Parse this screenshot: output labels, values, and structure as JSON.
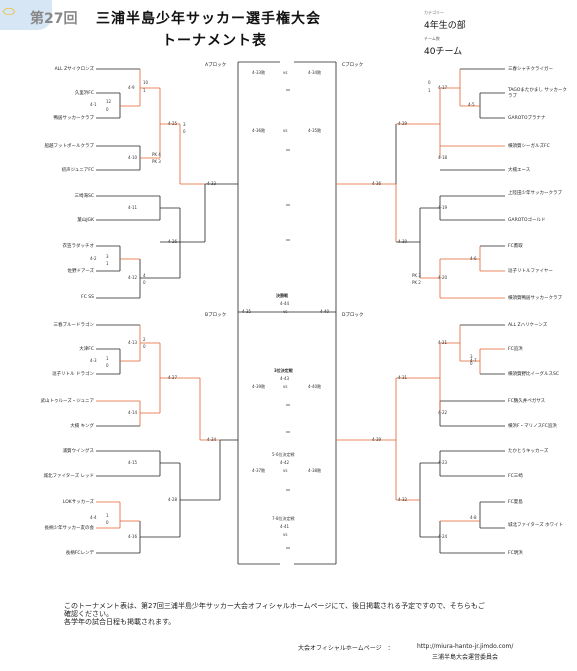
{
  "edition_number": "第27回",
  "title_line1": "三浦半島少年サッカー選手権大会",
  "title_line2": "トーナメント表",
  "category_label": "カテゴリー",
  "category_value": "4年生の部",
  "teams_label": "チーム数",
  "teams_value": "40チーム",
  "blocks": {
    "A": "Aブロック",
    "B": "Bブロック",
    "C": "Cブロック",
    "D": "Dブロック"
  },
  "left_teams": [
    "ALL Zサイクロンズ",
    "久里浜FC",
    "鴨居サッカークラブ",
    "船越フットボールクラブ",
    "初声ジュニアFC",
    "三崎海SC",
    "葉山JGK",
    "衣笠ラダッチオ",
    "佐野ドアーズ",
    "FC SS",
    "三春ブルードラゴン",
    "大津FC",
    "逗子リトル ドラゴン",
    "武山トゥルーズ・ジュニア",
    "大楠 キング",
    "浦賀ウイングス",
    "城北ファイターズ レッド",
    "LOKサッカーズ",
    "長柄少年サッカー友の会",
    "長柄FCレンデ"
  ],
  "right_teams": [
    "三春シャチクライガー",
    "TAGOまたかまし サッカークラブ",
    "GAROTOブラナナ",
    "横須賀シーガルズFC",
    "大楠エース",
    "上陸田少年サッカークラブ",
    "GAROTOゴールド",
    "FC鷹取",
    "逗子リトルファイヤー",
    "横須賀鴨居サッカークラブ",
    "ALL Zハリケーンズ",
    "FC追浜",
    "横須賀野比イーグルスSC",
    "FC鶴久井ペガサス",
    "横浜F・マリノスFC追浜",
    "たかとうキッカーズ",
    "FC三崎",
    "FC夏島",
    "城北ファイターズ ホワイト",
    "FC明浜"
  ],
  "left_codes": [
    "4-1",
    "4-9",
    "4-10",
    "4-25",
    "4-11",
    "4-2",
    "4-26",
    "4-12",
    "4-13",
    "4-3",
    "4-14",
    "4-27",
    "4-15",
    "4-4",
    "4-16",
    "4-28",
    "4-33",
    "4-34",
    "4-35"
  ],
  "right_codes": [
    "4-17",
    "4-5",
    "4-18",
    "4-29",
    "4-19",
    "4-6",
    "4-20",
    "4-30",
    "4-21",
    "4-7",
    "4-22",
    "4-31",
    "4-8",
    "4-23",
    "4-24",
    "4-32",
    "4-36",
    "4-39",
    "4-40"
  ],
  "scores": [
    "10",
    "1",
    "12",
    "0",
    "PK 4",
    "PK 3",
    "3",
    "0",
    "3",
    "1",
    "4",
    "0",
    "2",
    "0",
    "1",
    "0",
    "PK 3",
    "PK 2",
    "0",
    "1",
    "3",
    "0",
    "1",
    "0"
  ],
  "center": {
    "final_title": "決勝戦",
    "final_code": "4-44",
    "third_title": "3位決定戦",
    "third_code": "4-43",
    "c5_title": "5-6位決定戦",
    "c5_code": "4-42",
    "c7_title": "7-8位決定戦",
    "c7_code": "4-41",
    "loser_labels": [
      "4-33敗",
      "4-34敗",
      "4-36敗",
      "4-35敗",
      "4-39敗",
      "4-40敗",
      "4-37敗",
      "4-38敗"
    ],
    "vs": "vs"
  },
  "note_line1": "このトーナメント表は、第27回三浦半島少年サッカー大会オフィシャルホームページにて、後日掲載される予定ですので、そちらもご",
  "note_line2": "確認ください。",
  "note_line3": "各学年の試合日程も掲載されます。",
  "footer_label": "大会オフィシャルホームページ　：",
  "footer_url": "http://miura-hanto-jr.jimdo.com/",
  "footer_org": "三浦半島大会運営委員会"
}
